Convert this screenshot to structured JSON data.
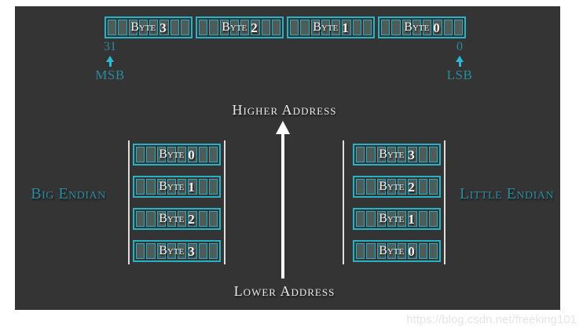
{
  "colors": {
    "canvas_background": "#343434",
    "box_border_cyan": "#27b2c6",
    "bit_cell_fill": "#4e5c5a",
    "teal_label": "#2b8aa0",
    "arrow_accent_cyan": "#2bb9d6",
    "light_text": "#f2f2f2",
    "axis_arrow_white": "#ffffff",
    "watermark_text": "#e5e5e5"
  },
  "bits_per_byte": 8,
  "word_row": {
    "bytes": [
      {
        "word": "Byte",
        "num": "3"
      },
      {
        "word": "Byte",
        "num": "2"
      },
      {
        "word": "Byte",
        "num": "1"
      },
      {
        "word": "Byte",
        "num": "0"
      }
    ],
    "msb_bit": "31",
    "msb_label": "MSB",
    "lsb_bit": "0",
    "lsb_label": "LSB"
  },
  "address_axis": {
    "top_label": "Higher Address",
    "bottom_label": "Lower Address"
  },
  "big_endian": {
    "label": "Big Endian",
    "bytes": [
      {
        "word": "Byte",
        "num": "0"
      },
      {
        "word": "Byte",
        "num": "1"
      },
      {
        "word": "Byte",
        "num": "2"
      },
      {
        "word": "Byte",
        "num": "3"
      }
    ]
  },
  "little_endian": {
    "label": "Little Endian",
    "bytes": [
      {
        "word": "Byte",
        "num": "3"
      },
      {
        "word": "Byte",
        "num": "2"
      },
      {
        "word": "Byte",
        "num": "1"
      },
      {
        "word": "Byte",
        "num": "0"
      }
    ]
  },
  "watermark": "https://blog.csdn.net/freeking101"
}
